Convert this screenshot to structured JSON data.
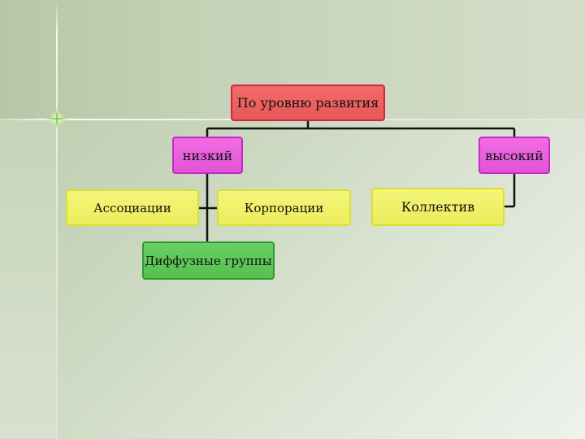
{
  "diagram": {
    "root": {
      "label": "По уровню развития"
    },
    "level1": [
      {
        "label": "низкий"
      },
      {
        "label": "высокий"
      }
    ],
    "low_children": [
      {
        "label": "Ассоциации"
      },
      {
        "label": "Корпорации"
      },
      {
        "label": "Диффузные группы"
      }
    ],
    "high_children": [
      {
        "label": "Коллектив"
      }
    ]
  },
  "colors": {
    "root_fill": "#ea5f5f",
    "level1_fill": "#e860dc",
    "leaf_fill": "#f0f16a",
    "diffuse_fill": "#5fc858",
    "connector": "#111111"
  }
}
